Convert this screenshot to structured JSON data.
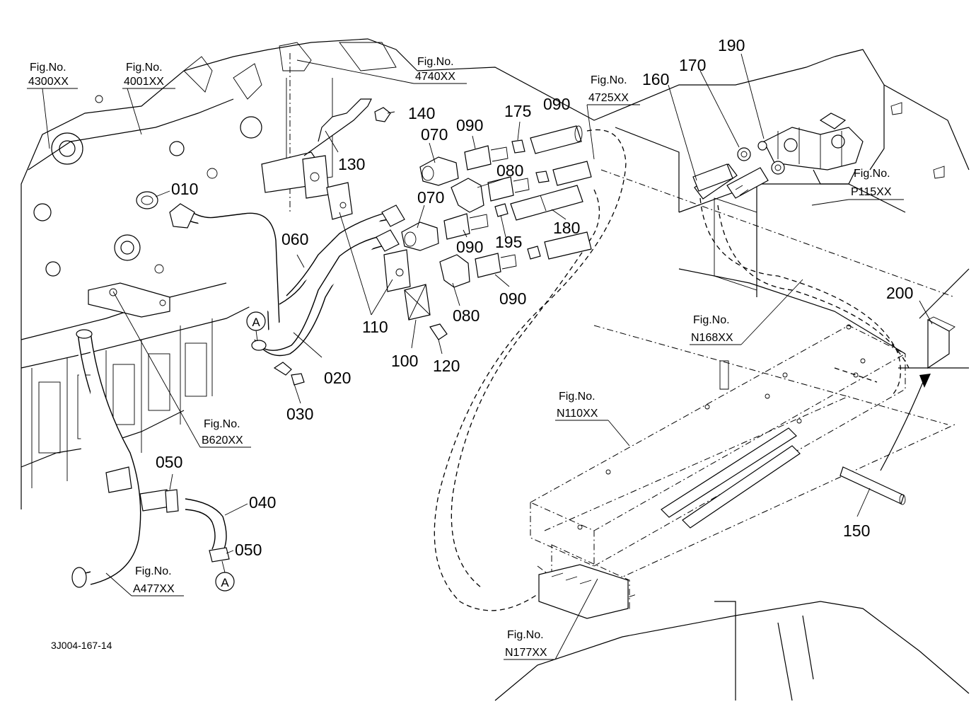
{
  "drawing_code": "3J004-167-14",
  "fig_prefix": "Fig.No.",
  "reference_marker": "A",
  "fig_refs": {
    "r4300": "4300XX",
    "r4001": "4001XX",
    "r4740": "4740XX",
    "r4725": "4725XX",
    "rP115": "P115XX",
    "rN168": "N168XX",
    "rB620": "B620XX",
    "rN110": "N110XX",
    "rA477": "A477XX",
    "rN177": "N177XX"
  },
  "parts": {
    "p010": "010",
    "p020": "020",
    "p030": "030",
    "p040": "040",
    "p050a": "050",
    "p050b": "050",
    "p060": "060",
    "p070a": "070",
    "p070b": "070",
    "p080a": "080",
    "p080b": "080",
    "p090a": "090",
    "p090b": "090",
    "p090c": "090",
    "p090d": "090",
    "p100": "100",
    "p110": "110",
    "p120": "120",
    "p130": "130",
    "p140": "140",
    "p150": "150",
    "p160": "160",
    "p170": "170",
    "p175": "175",
    "p180": "180",
    "p190": "190",
    "p195": "195",
    "p200": "200"
  }
}
